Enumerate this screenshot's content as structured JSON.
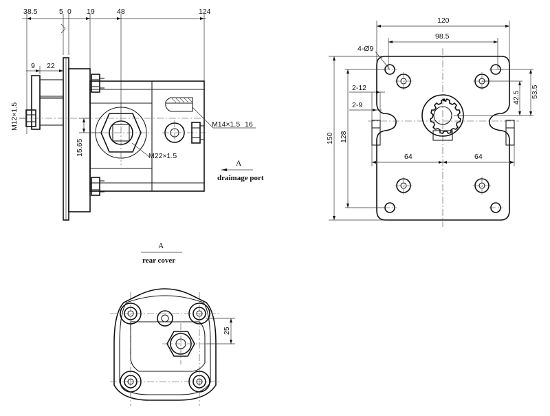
{
  "side_view": {
    "dims_top": [
      "38.5",
      "5",
      "0",
      "19",
      "48",
      "124"
    ],
    "dim_9": "9",
    "dim_22": "22",
    "thread_shaft": "M12×1.5",
    "dim_15_65": "15.65",
    "thread_outlet": "M22×1.5",
    "thread_drain": "M14×1.5",
    "drain_depth": "16",
    "view_letter": "A",
    "drain_label": "draimage port"
  },
  "front_view": {
    "dim_120": "120",
    "dim_98_5": "98.5",
    "holes": "4-Ø9",
    "slot_2_12": "2-12",
    "slot_2_9": "2-9",
    "dim_42_5": "42.5",
    "dim_53_5": "53.5",
    "dim_150": "150",
    "dim_128": "128",
    "dim_64_left": "64",
    "dim_64_right": "64"
  },
  "rear_view": {
    "view_letter": "A",
    "title": "rear cover",
    "dim_25": "25"
  }
}
